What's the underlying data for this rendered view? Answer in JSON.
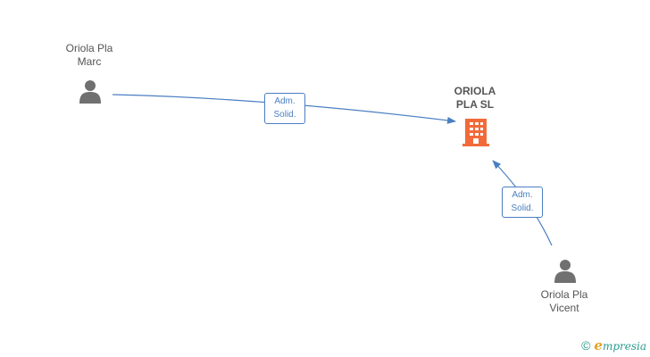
{
  "nodes": {
    "person_marc": {
      "line1": "Oriola Pla",
      "line2": "Marc"
    },
    "company": {
      "line1": "ORIOLA",
      "line2": "PLA SL"
    },
    "person_vicent": {
      "line1": "Oriola Pla",
      "line2": "Vicent"
    }
  },
  "edges": {
    "marc_to_company": {
      "line1": "Adm.",
      "line2": "Solid."
    },
    "vicent_to_company": {
      "line1": "Adm.",
      "line2": "Solid."
    }
  },
  "colors": {
    "person_icon": "#707070",
    "company_icon": "#f26a3a",
    "edge": "#4a7fc1",
    "brand_teal": "#2a9b8f",
    "brand_orange": "#e8a020"
  },
  "icons": {
    "person": "person-icon",
    "company": "building-icon",
    "copyright": "copyright-icon"
  },
  "brand": {
    "copyright_symbol": "©",
    "first_letter": "e",
    "rest": "mpresia"
  }
}
